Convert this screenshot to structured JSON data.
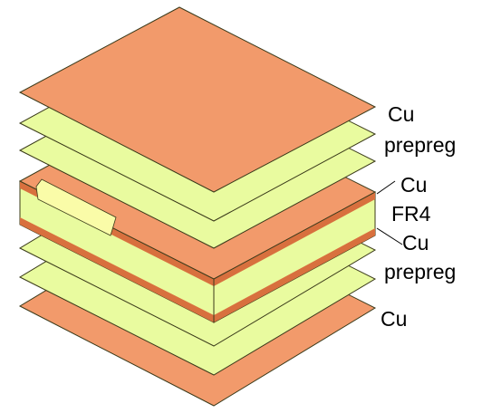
{
  "colors": {
    "copper": "#f29a6b",
    "copper_edge": "#d8703e",
    "prepreg": "#e9fb9f",
    "fr4_window": "#fafca8",
    "outline": "#3a3a1a"
  },
  "layers": {
    "top_copper": "Cu",
    "top_prepreg": "prepreg",
    "core_top_copper": "Cu",
    "core_dielectric": "FR4",
    "core_bottom_copper": "Cu",
    "bottom_prepreg": "prepreg",
    "bottom_copper": "Cu"
  }
}
